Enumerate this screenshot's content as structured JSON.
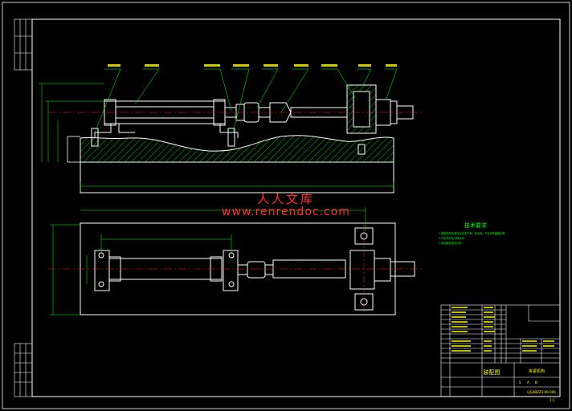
{
  "watermark": {
    "name": "人人文库",
    "url": "www.renrendoc.com"
  },
  "technical_notes": {
    "title": "技术要求",
    "lines": [
      "1.装配前所有零件应清洗干净，去毛刺，不允许有磕碰划伤",
      "2.气缸动作应平稳灵活",
      "3.各连接处密封可靠"
    ]
  },
  "title_block": {
    "drawing_name": "装配图",
    "part_name": "夹紧机构",
    "drawing_number": "LJG4BZZ3-00-000",
    "sheet": "1:1",
    "stage_marks": [
      "S",
      "A",
      "B"
    ]
  },
  "colors": {
    "background": "#000000",
    "frame": "#ffffff",
    "outline": "#ffffff",
    "center_line": "#ff2020",
    "dimension": "#00ff00",
    "hatch": "#00aa00",
    "annotation": "#00ff00",
    "accent": "#ffff00",
    "watermark": "#ff3030"
  }
}
